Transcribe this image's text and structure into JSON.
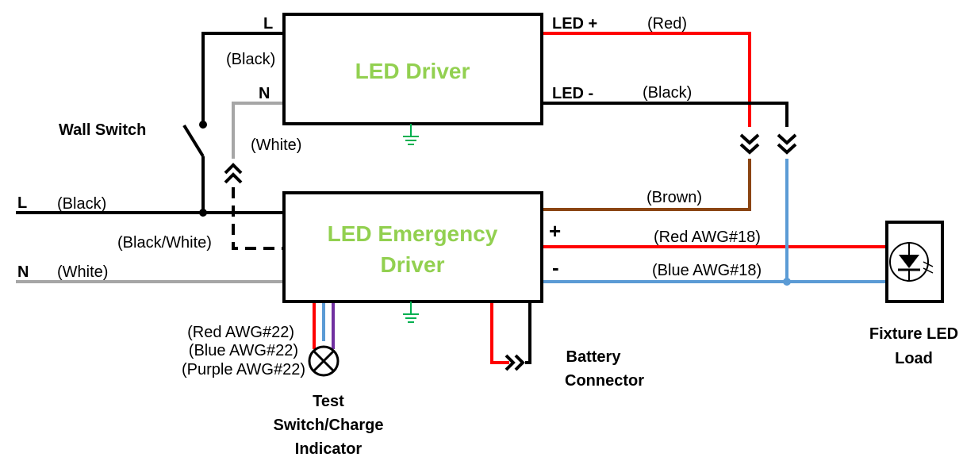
{
  "colors": {
    "black": "#000000",
    "red": "#ff0000",
    "gray": "#a6a6a6",
    "brown": "#8b4513",
    "blue": "#5b9bd5",
    "purple": "#7030a0",
    "title_green": "#92d050",
    "ground_green": "#00b050"
  },
  "led_driver": {
    "title": "LED Driver",
    "pin_l": "L",
    "pin_n": "N",
    "out_pos": "LED +",
    "out_neg": "LED -"
  },
  "emergency_driver": {
    "title_line1": "LED Emergency",
    "title_line2": "Driver",
    "plus": "+",
    "minus": "-"
  },
  "labels": {
    "wall_switch": "Wall Switch",
    "mains_l": "L",
    "mains_n": "N",
    "black_top": "(Black)",
    "white_top": "(White)",
    "black_mains": "(Black)",
    "black_white": "(Black/White)",
    "white_mains": "(White)",
    "red_led": "(Red)",
    "black_led": "(Black)",
    "brown": "(Brown)",
    "red_awg18": "(Red AWG#18)",
    "blue_awg18": "(Blue AWG#18)",
    "red_awg22": "(Red AWG#22)",
    "blue_awg22": "(Blue AWG#22)",
    "purple_awg22": "(Purple AWG#22)",
    "test_line1": "Test",
    "test_line2": "Switch/Charge",
    "test_line3": "Indicator",
    "battery_line1": "Battery",
    "battery_line2": "Connector",
    "fixture_line1": "Fixture LED",
    "fixture_line2": "Load"
  },
  "icons": [
    "ground-icon",
    "switch-icon",
    "connector-icon",
    "indicator-lamp-icon",
    "led-icon"
  ]
}
